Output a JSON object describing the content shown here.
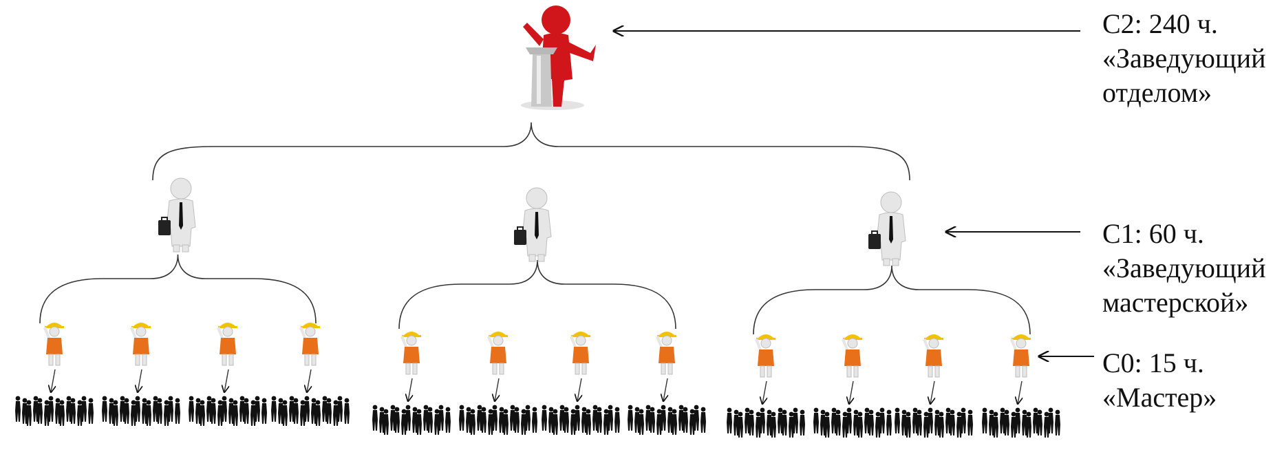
{
  "levels": [
    {
      "id": "c2",
      "code_line": "С2: 240 ч.",
      "title_line1": "«Заведующий",
      "title_line2": "отделом»"
    },
    {
      "id": "c1",
      "code_line": "С1: 60 ч.",
      "title_line1": "«Заведующий",
      "title_line2": "мастерской»"
    },
    {
      "id": "c0",
      "code_line": "С0: 15 ч.",
      "title_line1": "«Мастер»"
    }
  ],
  "structure": {
    "department_heads": 1,
    "workshop_heads": 3,
    "masters_per_workshop": 4,
    "worker_groups_per_master": 1
  },
  "colors": {
    "head_figure": "#d0161b",
    "podium": "#c8c8c8",
    "manager_figure": "#e6e6e6",
    "tie": "#111111",
    "briefcase": "#222222",
    "helmet": "#f2c200",
    "vest": "#e8701a",
    "worker_crowd": "#111111",
    "lines": "#333333"
  },
  "icons": {
    "department_head": "speaker-at-podium-icon",
    "workshop_head": "businessman-with-briefcase-icon",
    "master": "builder-with-helmet-icon",
    "workers": "crowd-of-workers-icon"
  }
}
